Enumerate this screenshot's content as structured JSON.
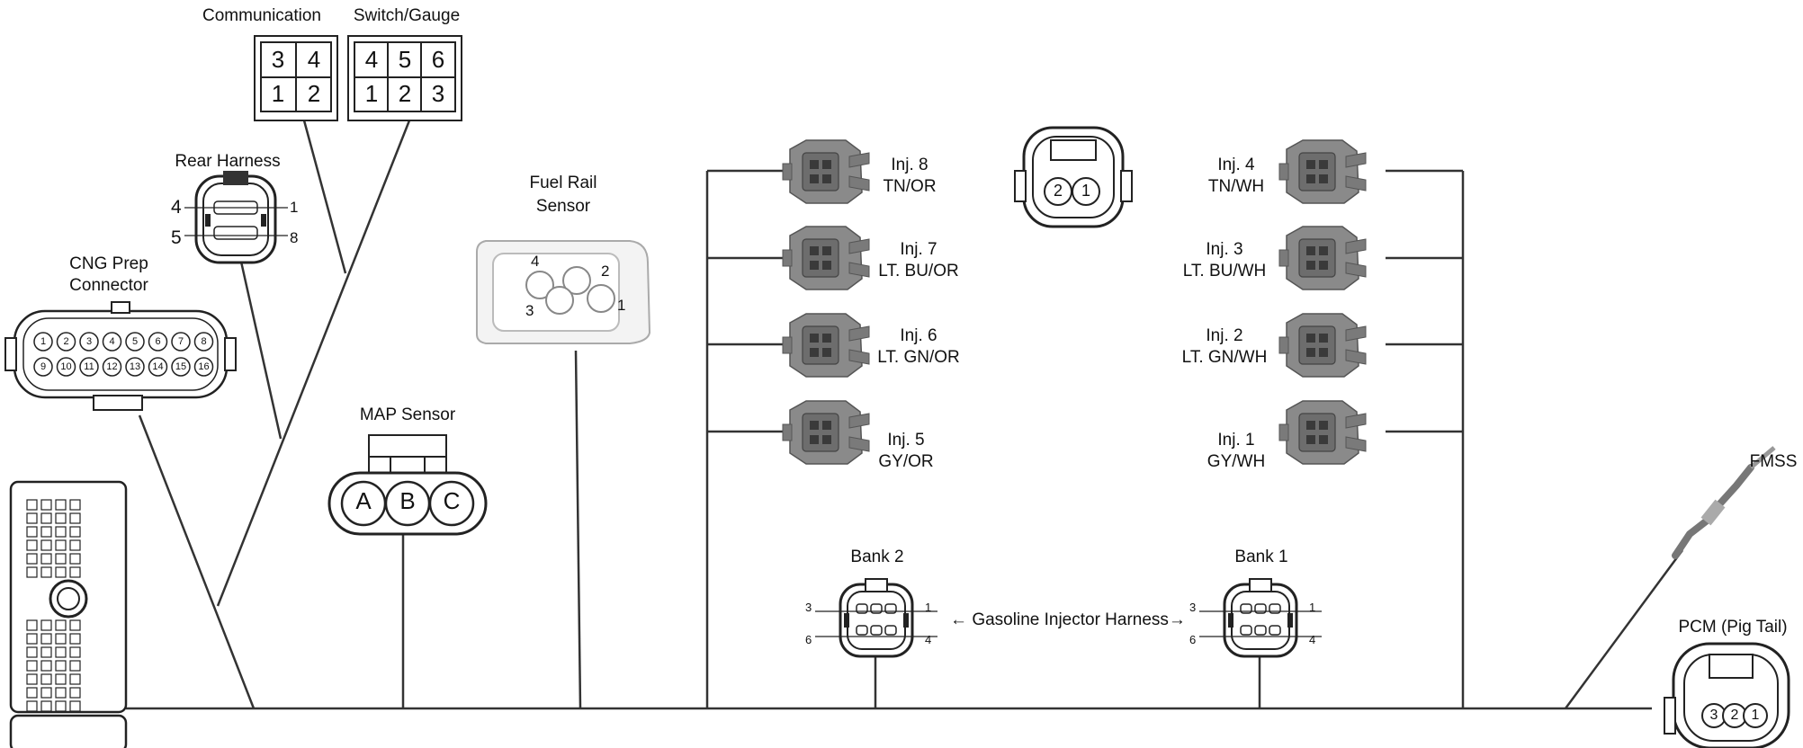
{
  "labels": {
    "communication": "Communication",
    "switch_gauge": "Switch/Gauge",
    "rear_harness": "Rear Harness",
    "cng_prep": [
      "CNG Prep",
      "Connector"
    ],
    "fuel_rail_sensor": [
      "Fuel Rail",
      "Sensor"
    ],
    "map_sensor": "MAP Sensor",
    "fmss": "FMSS",
    "pcm": "PCM (Pig Tail)",
    "bank2": "Bank 2",
    "bank1": "Bank 1",
    "gasoline_harness": "← Gasoline Injector Harness→"
  },
  "communication_pins": [
    "3",
    "4",
    "1",
    "2"
  ],
  "switch_gauge_pins": [
    "4",
    "5",
    "6",
    "1",
    "2",
    "3"
  ],
  "rear_harness_pins": {
    "top_left": "4",
    "top_right": "1",
    "bottom_left": "5",
    "bottom_right": "8"
  },
  "fuel_rail_pins": {
    "p4": "4",
    "p2": "2",
    "p3": "3",
    "p1": "1"
  },
  "map_pins": [
    "A",
    "B",
    "C"
  ],
  "bank_pins": {
    "top_left": "3",
    "top_right": "1",
    "bottom_left": "6",
    "bottom_right": "4"
  },
  "pcm_pins": [
    "3",
    "2",
    "1"
  ],
  "center_plug_pins": [
    "2",
    "1"
  ],
  "cng_pins_top": [
    "1",
    "2",
    "3",
    "4",
    "5",
    "6",
    "7",
    "8"
  ],
  "cng_pins_bottom": [
    "9",
    "10",
    "11",
    "12",
    "13",
    "14",
    "15",
    "16"
  ],
  "injectors_left": [
    {
      "name": "Inj. 8",
      "color": "TN/OR"
    },
    {
      "name": "Inj. 7",
      "color": "LT. BU/OR"
    },
    {
      "name": "Inj. 6",
      "color": "LT. GN/OR"
    },
    {
      "name": "Inj. 5",
      "color": "GY/OR"
    }
  ],
  "injectors_right": [
    {
      "name": "Inj. 4",
      "color": "TN/WH"
    },
    {
      "name": "Inj. 3",
      "color": "LT. BU/WH"
    },
    {
      "name": "Inj. 2",
      "color": "LT. GN/WH"
    },
    {
      "name": "Inj. 1",
      "color": "GY/WH"
    }
  ],
  "colors": {
    "wire": "#333333",
    "injector_body": "#8a8a8a",
    "injector_dark": "#5e5e5e",
    "connector_outline": "#222222"
  }
}
